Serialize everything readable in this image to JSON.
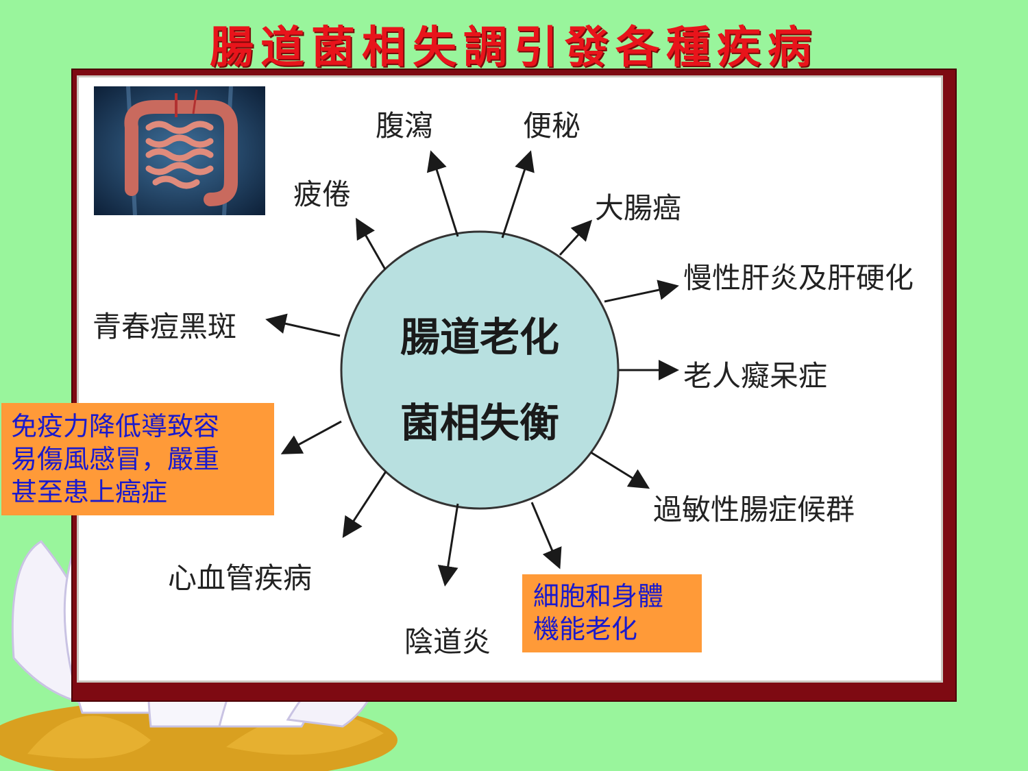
{
  "title": "腸道菌相失調引發各種疾病",
  "hub": {
    "line1": "腸道老化",
    "line2": "菌相失衡"
  },
  "effects": {
    "diarrhea": "腹瀉",
    "constipation": "便秘",
    "fatigue": "疲倦",
    "colon_cancer": "大腸癌",
    "liver": "慢性肝炎及肝硬化",
    "acne": "青春痘黑斑",
    "dementia": "老人癡呆症",
    "ibs": "過敏性腸症候群",
    "cardio": "心血管疾病",
    "vaginitis": "陰道炎"
  },
  "callouts": {
    "immunity": [
      "免疫力降低導致容",
      "易傷風感冒，嚴重",
      "甚至患上癌症"
    ],
    "aging": [
      "細胞和身體",
      "機能老化"
    ]
  },
  "colors": {
    "background": "#99f59c",
    "title": "#e8141b",
    "frame": "#7e0a12",
    "hub_fill": "#b8e0e0",
    "callout_fill": "#ff9a38",
    "callout_text": "#1a1acc"
  },
  "icons": {
    "photo": "intestine-image",
    "decoration": "lotus-flower"
  }
}
